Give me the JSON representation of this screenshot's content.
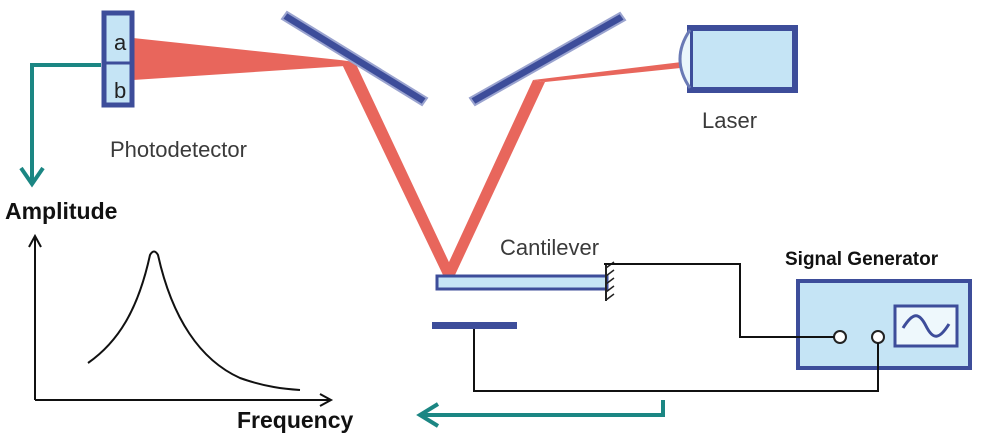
{
  "labels": {
    "photodetector": "Photodetector",
    "segment_a": "a",
    "segment_b": "b",
    "laser": "Laser",
    "cantilever": "Cantilever",
    "signal_generator": "Signal Generator",
    "amplitude": "Amplitude",
    "frequency": "Frequency"
  },
  "colors": {
    "beam": "#e8665c",
    "mirror": "#3d4d9a",
    "component_fill": "#c5e4f5",
    "component_border": "#3d4d9a",
    "arrow": "#1b8683",
    "wire": "#111111"
  }
}
